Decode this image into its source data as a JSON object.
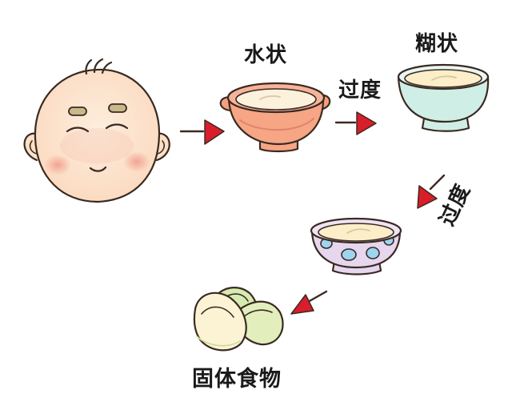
{
  "stages": {
    "watery": "水状",
    "paste": "糊状",
    "solid": "固体食物"
  },
  "transitions": {
    "first": "过度",
    "second": "过度"
  },
  "colors": {
    "arrow_red": "#d81e2a",
    "outline": "#3a2a22",
    "skin": "#fde3c8",
    "cheek": "#f3a79a",
    "orange_bowl": "#f6a585",
    "mint_bowl": "#cfeee6",
    "purple_bowl": "#e6d6ee",
    "bowl_dots": "#9ed4f0",
    "porridge": "#fbeec9",
    "pear_green": "#d6ebb0",
    "pear_flesh": "#fcf3d4"
  },
  "icons": [
    "baby-face-icon",
    "orange-bowl-icon",
    "mint-bowl-icon",
    "purple-dotted-bowl-icon",
    "pear-slices-icon"
  ]
}
